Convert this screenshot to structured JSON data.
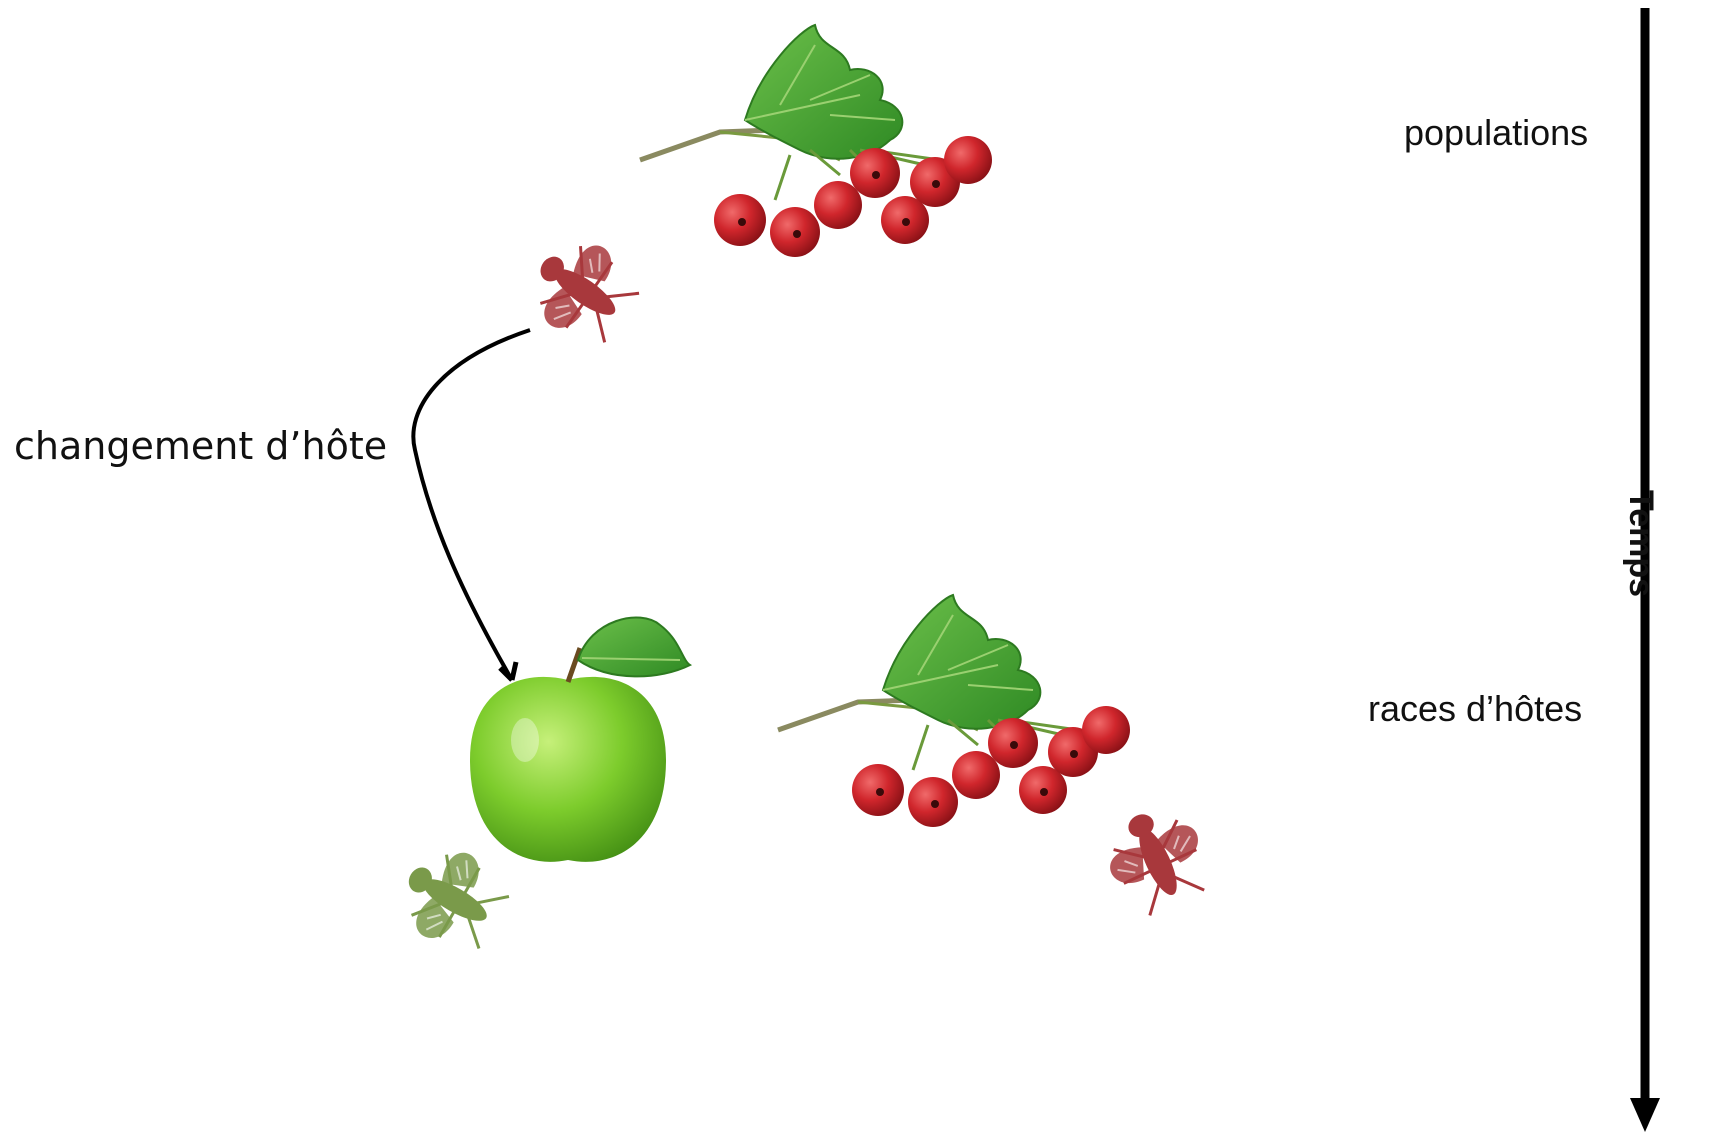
{
  "labels": {
    "top_stage": "populations",
    "bottom_stage": "races d’hôtes",
    "host_shift": "changement d’hôte",
    "time_axis": "Temps"
  },
  "colors": {
    "haw_fly": "#a8383c",
    "apple_fly": "#7a9a4a",
    "berry": "#c8202a",
    "leaf": "#4aa030",
    "apple": "#7dcc2c",
    "arrow": "#000000"
  },
  "icons": [
    "hawthorn-branch-icon",
    "apple-icon",
    "fly-icon",
    "time-arrow-icon"
  ]
}
